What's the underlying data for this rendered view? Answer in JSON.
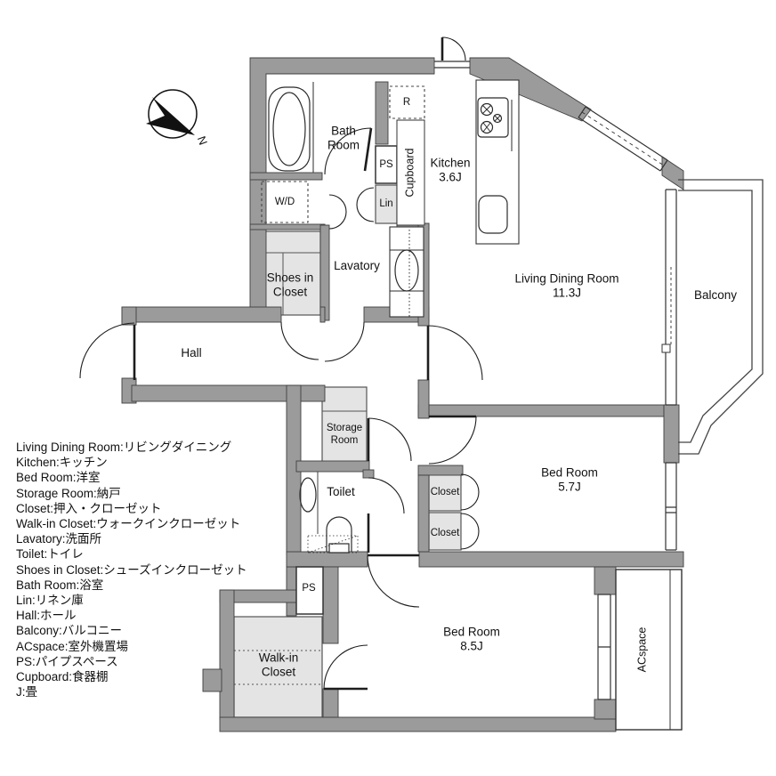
{
  "floorplan": {
    "title": "apartment-floorplan",
    "compass": {
      "letter": "N"
    },
    "rooms": {
      "bath": "Bath\nRoom",
      "kitchen": "Kitchen\n3.6J",
      "living": "Living Dining Room\n11.3J",
      "balcony": "Balcony",
      "hall": "Hall",
      "lavatory": "Lavatory",
      "shoes": "Shoes in\nCloset",
      "storage": "Storage\nRoom",
      "toilet": "Toilet",
      "bed1": "Bed Room\n5.7J",
      "bed2": "Bed Room\n8.5J",
      "wic": "Walk-in\nCloset",
      "closet1": "Closet",
      "closet2": "Closet",
      "acspace": "ACspace",
      "wd": "W/D",
      "refrigerator": "R",
      "ps_top": "PS",
      "ps_bottom": "PS",
      "lin": "Lin",
      "cupboard": "Cupboard"
    },
    "legend": [
      "Living Dining Room:リビングダイニング",
      "Kitchen:キッチン",
      "Bed Room:洋室",
      "Storage Room:納戸",
      "Closet:押入・クローゼット",
      "Walk-in Closet:ウォークインクローゼット",
      "Lavatory:洗面所",
      "Toilet:トイレ",
      "Shoes in Closet:シューズインクローゼット",
      "Bath Room:浴室",
      "Lin:リネン庫",
      "Hall:ホール",
      "Balcony:バルコニー",
      "ACspace:室外機置場",
      "PS:パイプスペース",
      "Cupboard:食器棚",
      "J:畳"
    ],
    "colors": {
      "wall": "#9b9b9b",
      "closet_fill": "#e4e4e4",
      "line": "#2e2e2e"
    }
  }
}
